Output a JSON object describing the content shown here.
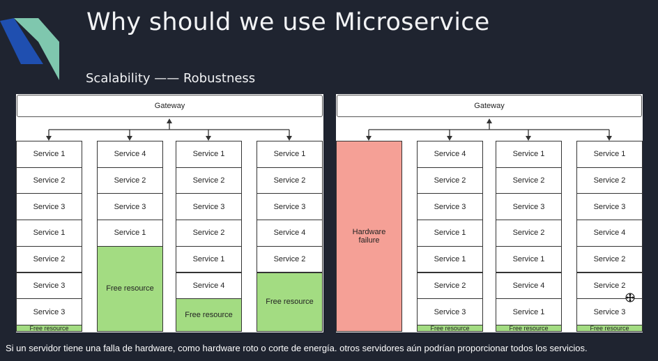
{
  "slide": {
    "title": "Why should we use Microservice",
    "subtitle": "Scalability —— Robustness",
    "caption": "Si un servidor tiene una falla de hardware, como hardware roto o corte de energía. otros servidores aún podrían proporcionar todos los servicios."
  },
  "colors": {
    "background": "#1f2430",
    "free_resource": "#a3dc82",
    "hardware_failure": "#f5a096",
    "logo_teal": "#7fc7ae",
    "logo_blue": "#1f4fb0"
  },
  "left_diagram": {
    "gateway": "Gateway",
    "columns": [
      {
        "cells": [
          "Service 1",
          "Service 2",
          "Service 3",
          "Service 1",
          "Service 2",
          "Service 3",
          "Service 3"
        ],
        "free": "Free resource"
      },
      {
        "cells": [
          "Service 4",
          "Service 2",
          "Service 3",
          "Service 1"
        ],
        "free": "Free resource"
      },
      {
        "cells": [
          "Service 1",
          "Service 2",
          "Service 3",
          "Service 2",
          "Service 1",
          "Service 4"
        ],
        "free": "Free resource"
      },
      {
        "cells": [
          "Service 1",
          "Service 2",
          "Service 3",
          "Service 4",
          "Service 2"
        ],
        "free": "Free resource"
      }
    ]
  },
  "right_diagram": {
    "gateway": "Gateway",
    "failure": "Hardware\nfailure",
    "columns": [
      {
        "cells": [
          "Service 4",
          "Service 2",
          "Service 3",
          "Service 1",
          "Service 1",
          "Service 2",
          "Service 3"
        ],
        "free": "Free resource"
      },
      {
        "cells": [
          "Service 1",
          "Service 2",
          "Service 3",
          "Service 2",
          "Service 1",
          "Service 4",
          "Service 1"
        ],
        "free": "Free resource"
      },
      {
        "cells": [
          "Service 1",
          "Service 2",
          "Service 3",
          "Service 4",
          "Service 2",
          "Service 2",
          "Service 3"
        ],
        "free": "Free resource"
      }
    ]
  }
}
